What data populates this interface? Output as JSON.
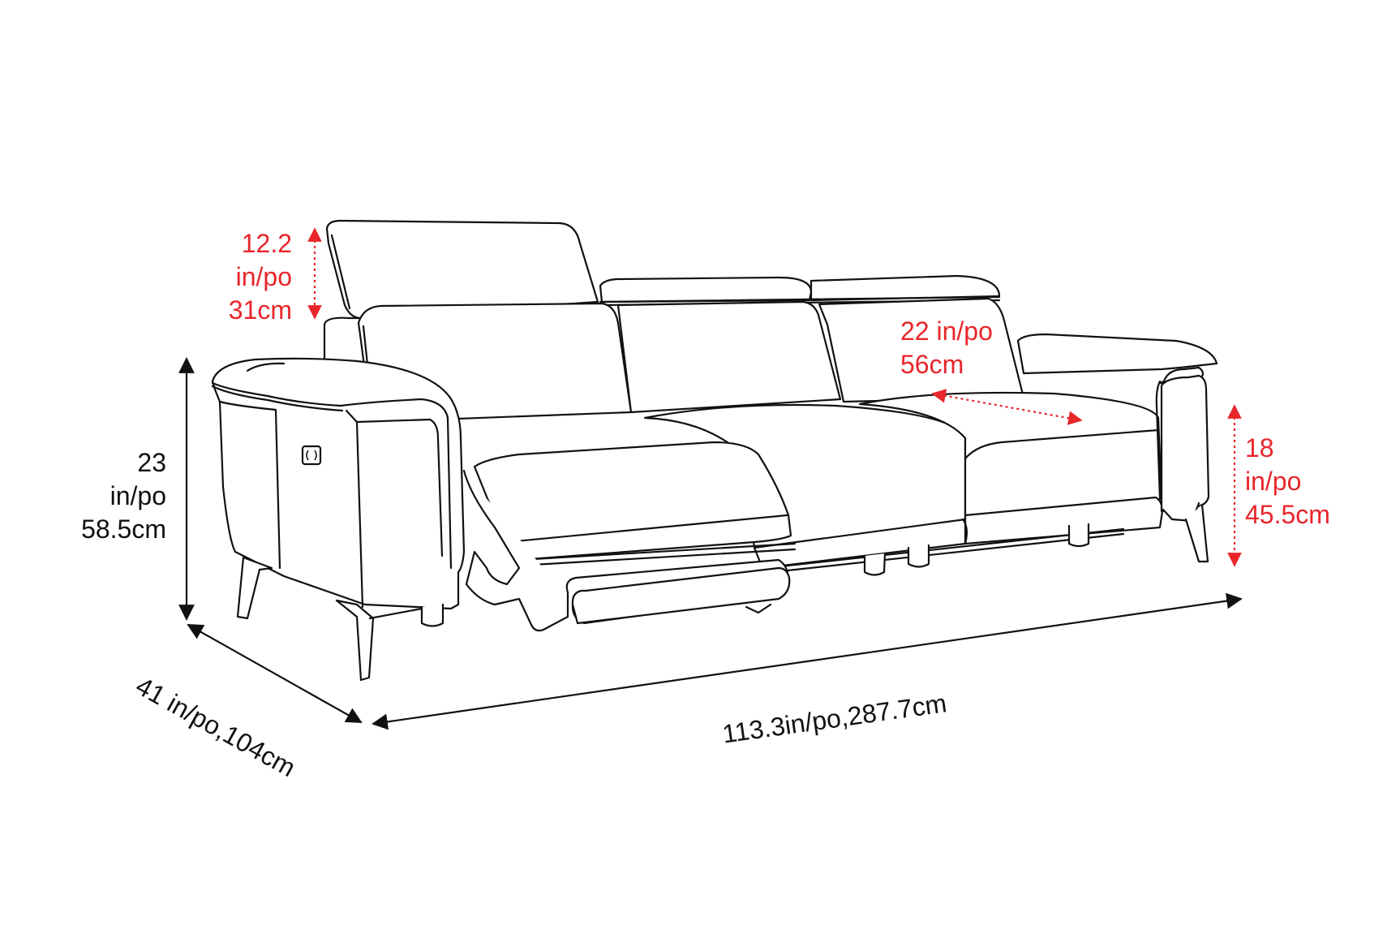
{
  "diagram": {
    "subject": "3-seat power reclining sofa, line drawing with dimensions",
    "colors": {
      "line": "#111111",
      "accent_dimension": "#e8262b",
      "background": "#ffffff"
    },
    "dimensions": {
      "headrest_lift": {
        "line1": "12.2",
        "line2": "in/po",
        "line3": "31cm",
        "color": "#e8262b"
      },
      "seat_depth": {
        "line1": "22 in/po",
        "line2": "56cm",
        "color": "#e8262b"
      },
      "seat_height": {
        "line1": "18",
        "line2": "in/po",
        "line3": "45.5cm",
        "color": "#e8262b"
      },
      "arm_height": {
        "line1": "23",
        "line2": "in/po",
        "line3": "58.5cm",
        "color": "#111111"
      },
      "depth": {
        "text": "41 in/po,104cm",
        "color": "#111111"
      },
      "width": {
        "text": "113.3in/po,287.7cm",
        "color": "#111111"
      }
    },
    "components": [
      "left-arm",
      "power-recline-button",
      "raised-headrest",
      "back-cushion-left",
      "back-cushion-center",
      "back-cushion-right",
      "seat-left-reclined",
      "seat-center",
      "seat-right",
      "footrest-extended",
      "right-arm",
      "legs"
    ]
  }
}
